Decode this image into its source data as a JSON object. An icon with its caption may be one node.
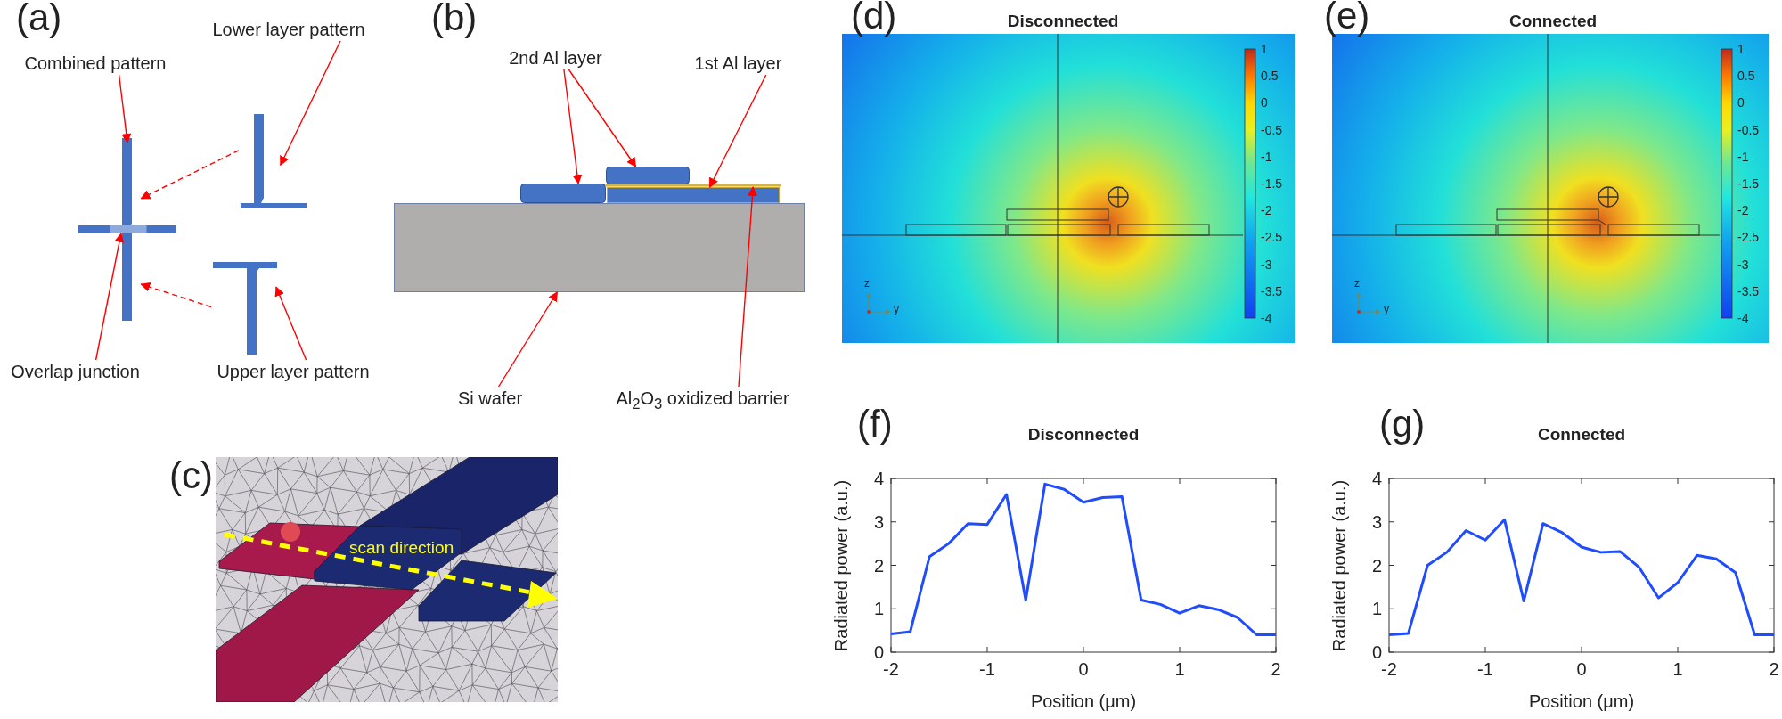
{
  "diagram": {
    "nodes": [
      {
        "text": [
          "Combined pattern"
        ]
      },
      {
        "text": [],
        "shape": "cross"
      },
      {
        "text": [
          "Lower layer pattern"
        ]
      },
      {
        "text": [],
        "shape": "tee"
      },
      {
        "text": [
          "Overlap junction"
        ]
      },
      {
        "text": [],
        "shape": "box",
        "in": 1
      },
      {
        "text": [
          "Upper layer pattern"
        ]
      },
      {
        "text": [],
        "shape": "tee"
      },
      {
        "text": [
          "2nd Al layer"
        ]
      },
      {
        "text": [],
        "shape": "box"
      },
      {
        "text": [],
        "shape": "box"
      },
      {
        "text": [
          "1st Al layer"
        ]
      },
      {
        "text": [],
        "shape": "box"
      },
      {
        "text": [],
        "shape": "box"
      },
      {
        "text": [
          "Si wafer"
        ]
      },
      {
        "text": [
          "Al$_{2}$O$_{3}$ oxidized barrier"
        ]
      },
      {
        "text": [],
        "shape": "box"
      }
    ],
    "edges": [
      {
        "from": 0,
        "to": 1,
        "arrow": "to"
      },
      {
        "from": 2,
        "to": 3,
        "arrow": "to"
      },
      {
        "from": 4,
        "to": 5,
        "arrow": "to"
      },
      {
        "from": 6,
        "to": 7,
        "arrow": "to"
      },
      {
        "from": 3,
        "to": 1,
        "arrow": "to",
        "style": "dashed"
      },
      {
        "from": 7,
        "to": 1,
        "arrow": "to",
        "style": "dashed"
      },
      {
        "from": 8,
        "to": 9,
        "arrow": "to"
      },
      {
        "from": 8,
        "to": 10,
        "arrow": "to"
      },
      {
        "from": 11,
        "to": 12,
        "arrow": "to"
      },
      {
        "from": 14,
        "to": 13,
        "arrow": "to"
      },
      {
        "from": 15,
        "to": 16,
        "arrow": "to"
      }
    ],
    "labels": [
      "(a)",
      "(b)",
      "(c)",
      "scan direction",
      "(d)",
      "Disconnected",
      "1",
      "0.5",
      "0",
      "-0.5",
      "-1",
      "-1.5",
      "-2",
      "-2.5",
      "-3",
      "-3.5",
      "-4",
      "z",
      "y",
      "(e)",
      "Connected",
      "1",
      "0.5",
      "0",
      "-0.5",
      "-1",
      "-1.5",
      "-2",
      "-2.5",
      "-3",
      "-3.5",
      "-4",
      "z",
      "y",
      "(f)",
      "(g)"
    ],
    "chart_data": [
      {
        "type": "line",
        "title": "Disconnected",
        "xlabel": "Position (μm)",
        "ylabel": "Radiated power (a.u.)",
        "x": [
          -2,
          -1.8,
          -1.6,
          -1.4,
          -1.2,
          -1,
          -0.8,
          -0.6,
          -0.4,
          -0.2,
          0,
          0.2,
          0.4,
          0.6,
          0.8,
          1,
          1.2,
          1.4,
          1.6,
          1.8,
          2
        ],
        "series": [
          {
            "color": "#1f4cff",
            "values": [
              0.42,
              0.47,
              2.2,
              2.5,
              2.96,
              2.94,
              3.63,
              1.2,
              3.87,
              3.75,
              3.45,
              3.56,
              3.58,
              1.2,
              1.1,
              0.9,
              1.07,
              0.98,
              0.8,
              0.4,
              0.4
            ]
          }
        ],
        "xlim": [
          -2,
          2
        ],
        "ylim": [
          0,
          4
        ],
        "xticks": [
          -2,
          -1,
          0,
          1,
          2
        ],
        "yticks": [
          0,
          1,
          2,
          3,
          4
        ]
      },
      {
        "type": "line",
        "title": "Connected",
        "xlabel": "Position (μm)",
        "ylabel": "Radiated power (a.u.)",
        "x": [
          -2,
          -1.8,
          -1.6,
          -1.4,
          -1.2,
          -1,
          -0.8,
          -0.6,
          -0.4,
          -0.2,
          0,
          0.2,
          0.4,
          0.6,
          0.8,
          1,
          1.2,
          1.4,
          1.6,
          1.8,
          2
        ],
        "series": [
          {
            "color": "#1f4cff",
            "values": [
              0.4,
              0.43,
              2.0,
              2.3,
              2.8,
              2.58,
              3.05,
              1.18,
              2.96,
              2.75,
              2.42,
              2.3,
              2.32,
              1.95,
              1.25,
              1.6,
              2.23,
              2.15,
              1.83,
              0.4,
              0.4
            ]
          }
        ],
        "xlim": [
          -2,
          2
        ],
        "ylim": [
          0,
          4
        ],
        "xticks": [
          -2,
          -1,
          0,
          1,
          2
        ],
        "yticks": [
          0,
          1,
          2,
          3,
          4
        ]
      }
    ]
  }
}
